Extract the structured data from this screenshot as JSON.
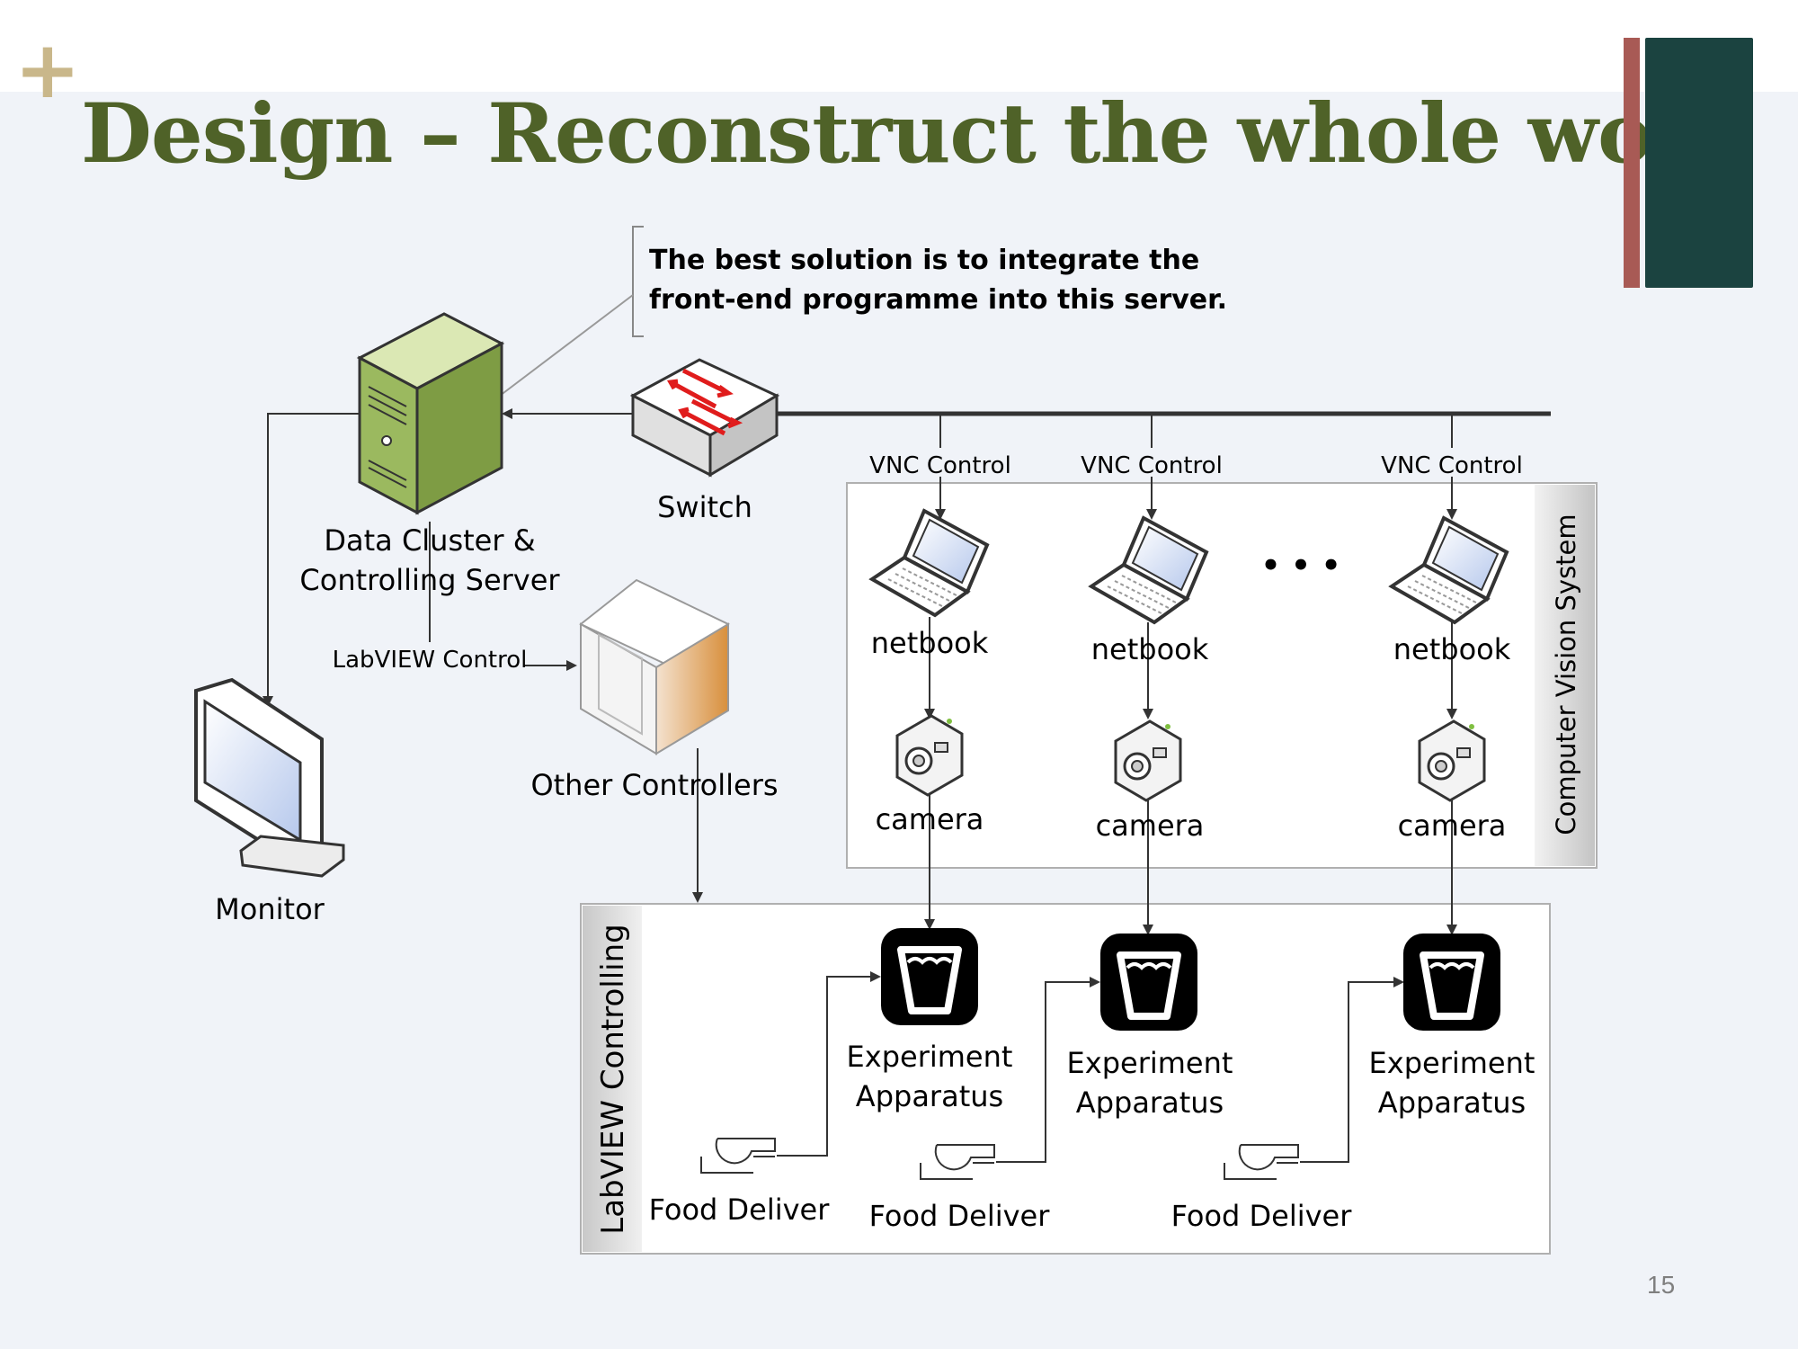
{
  "slide": {
    "title": "Design – Reconstruct the whole work",
    "page_number": "15",
    "accent_colors": {
      "title": "#4f6228",
      "bar_red": "#a85a55",
      "bar_teal": "#1b4340",
      "plus": "#c9b78a"
    }
  },
  "callout": {
    "line1": "The best solution is to integrate the",
    "line2": "front-end programme into this server."
  },
  "diagram": {
    "server_label_1": "Data Cluster &",
    "server_label_2": "Controlling Server",
    "switch_label": "Switch",
    "labview_control_label": "LabVIEW Control",
    "other_controllers_label": "Other Controllers",
    "monitor_label": "Monitor",
    "vnc_labels": [
      "VNC Control",
      "VNC Control",
      "VNC Control"
    ],
    "netbook_labels": [
      "netbook",
      "netbook",
      "netbook"
    ],
    "camera_labels": [
      "camera",
      "camera",
      "camera"
    ],
    "ellipsis": "• • •",
    "cv_system_label": "Computer Vision System",
    "labview_box_label": "LabVIEW Controlling",
    "apparatus_line1": [
      "Experiment",
      "Experiment",
      "Experiment"
    ],
    "apparatus_line2": [
      "Apparatus",
      "Apparatus",
      "Apparatus"
    ],
    "food_labels": [
      "Food Deliver",
      "Food Deliver",
      "Food Deliver"
    ]
  }
}
